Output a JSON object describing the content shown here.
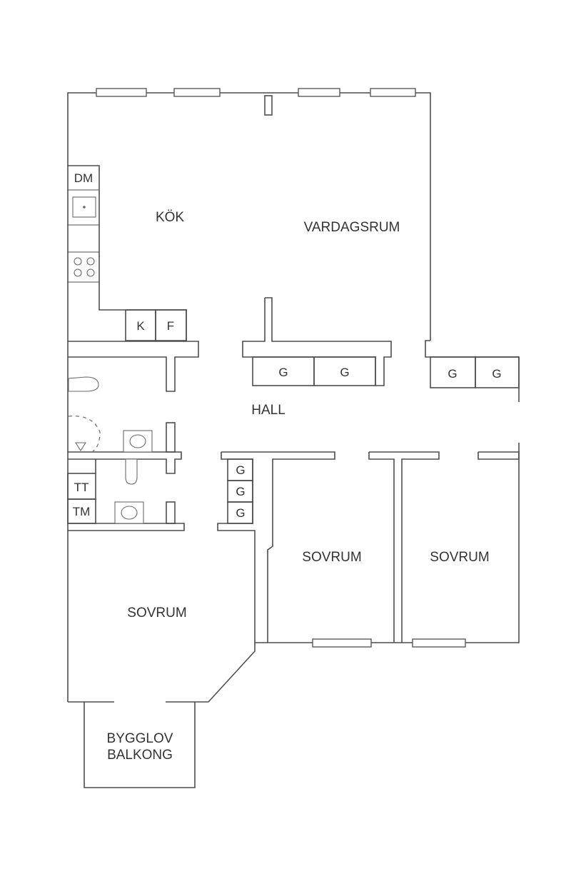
{
  "rooms": {
    "kitchen": "KÖK",
    "living": "VARDAGSRUM",
    "hall": "HALL",
    "bedroom_left": "SOVRUM",
    "bedroom_middle": "SOVRUM",
    "bedroom_right": "SOVRUM",
    "balcony_line1": "BYGGLOV",
    "balcony_line2": "BALKONG"
  },
  "appliances": {
    "dishwasher": "DM",
    "fridge": "K",
    "freezer": "F",
    "dryer": "TT",
    "washer": "TM"
  },
  "closets": {
    "hall_closet_1": "G",
    "hall_closet_2": "G",
    "right_closet_1": "G",
    "right_closet_2": "G",
    "tall_closet_1": "G",
    "tall_closet_2": "G",
    "tall_closet_3": "G"
  },
  "colors": {
    "wall": "#4d4d4d",
    "text": "#333333",
    "background": "#ffffff"
  }
}
